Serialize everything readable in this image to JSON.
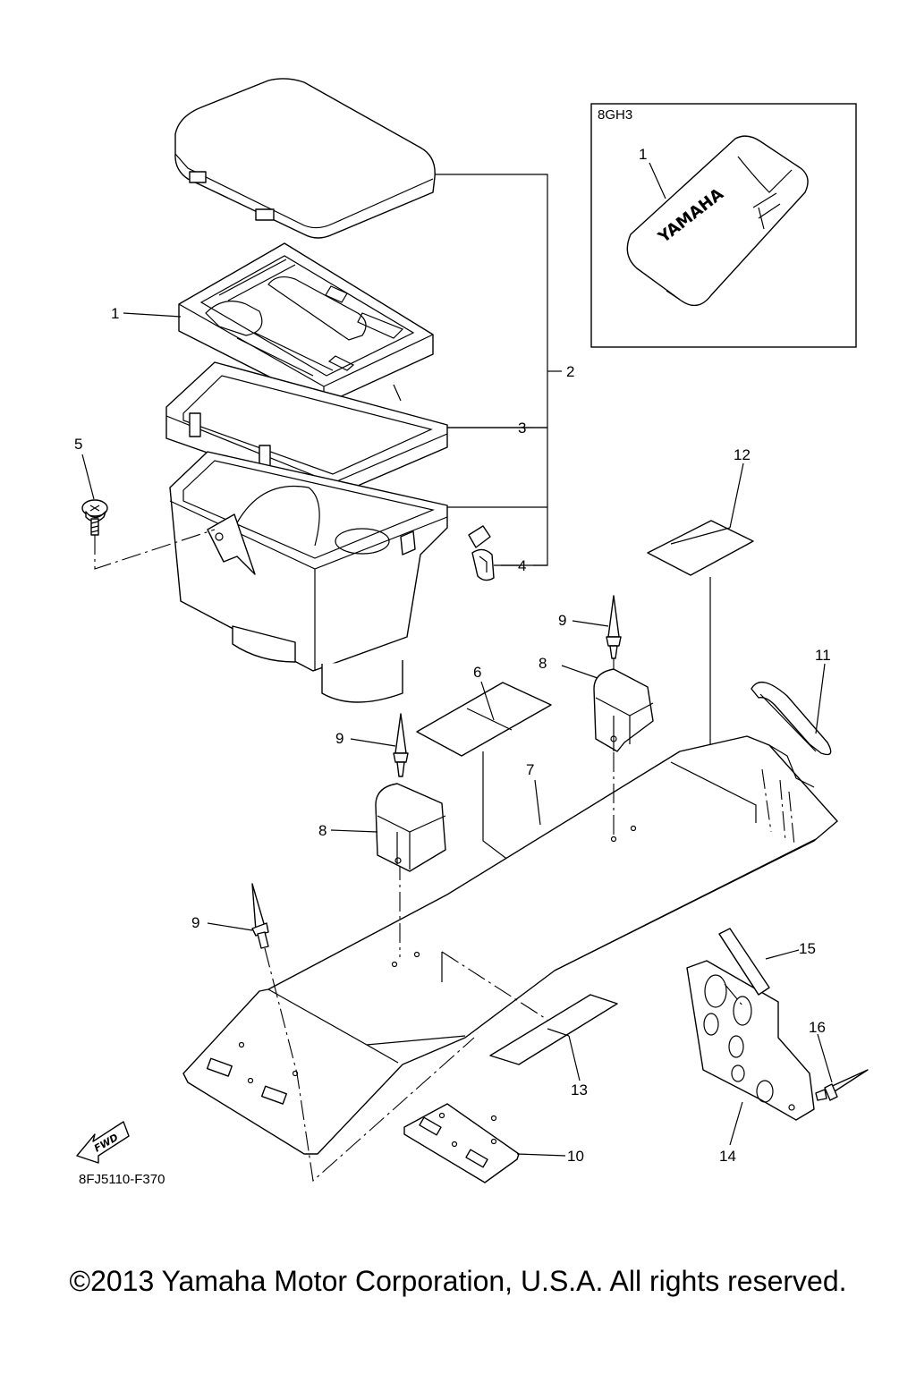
{
  "diagram": {
    "inset": {
      "variant_code": "8GH3",
      "callout": "1",
      "brand_text": "YAMAHA"
    },
    "callouts": [
      {
        "id": "c1",
        "text": "1"
      },
      {
        "id": "c2",
        "text": "2"
      },
      {
        "id": "c3",
        "text": "3"
      },
      {
        "id": "c4",
        "text": "4"
      },
      {
        "id": "c5",
        "text": "5"
      },
      {
        "id": "c6",
        "text": "6"
      },
      {
        "id": "c7",
        "text": "7"
      },
      {
        "id": "c8a",
        "text": "8"
      },
      {
        "id": "c8b",
        "text": "8"
      },
      {
        "id": "c9a",
        "text": "9"
      },
      {
        "id": "c9b",
        "text": "9"
      },
      {
        "id": "c9c",
        "text": "9"
      },
      {
        "id": "c10",
        "text": "10"
      },
      {
        "id": "c11",
        "text": "11"
      },
      {
        "id": "c12",
        "text": "12"
      },
      {
        "id": "c13",
        "text": "13"
      },
      {
        "id": "c14",
        "text": "14"
      },
      {
        "id": "c15",
        "text": "15"
      },
      {
        "id": "c16",
        "text": "16"
      }
    ],
    "fwd_label": "FWD",
    "reference_code": "8FJ5110-F370"
  },
  "footer": {
    "copyright": "©2013 Yamaha Motor Corporation, U.S.A. All rights reserved."
  }
}
